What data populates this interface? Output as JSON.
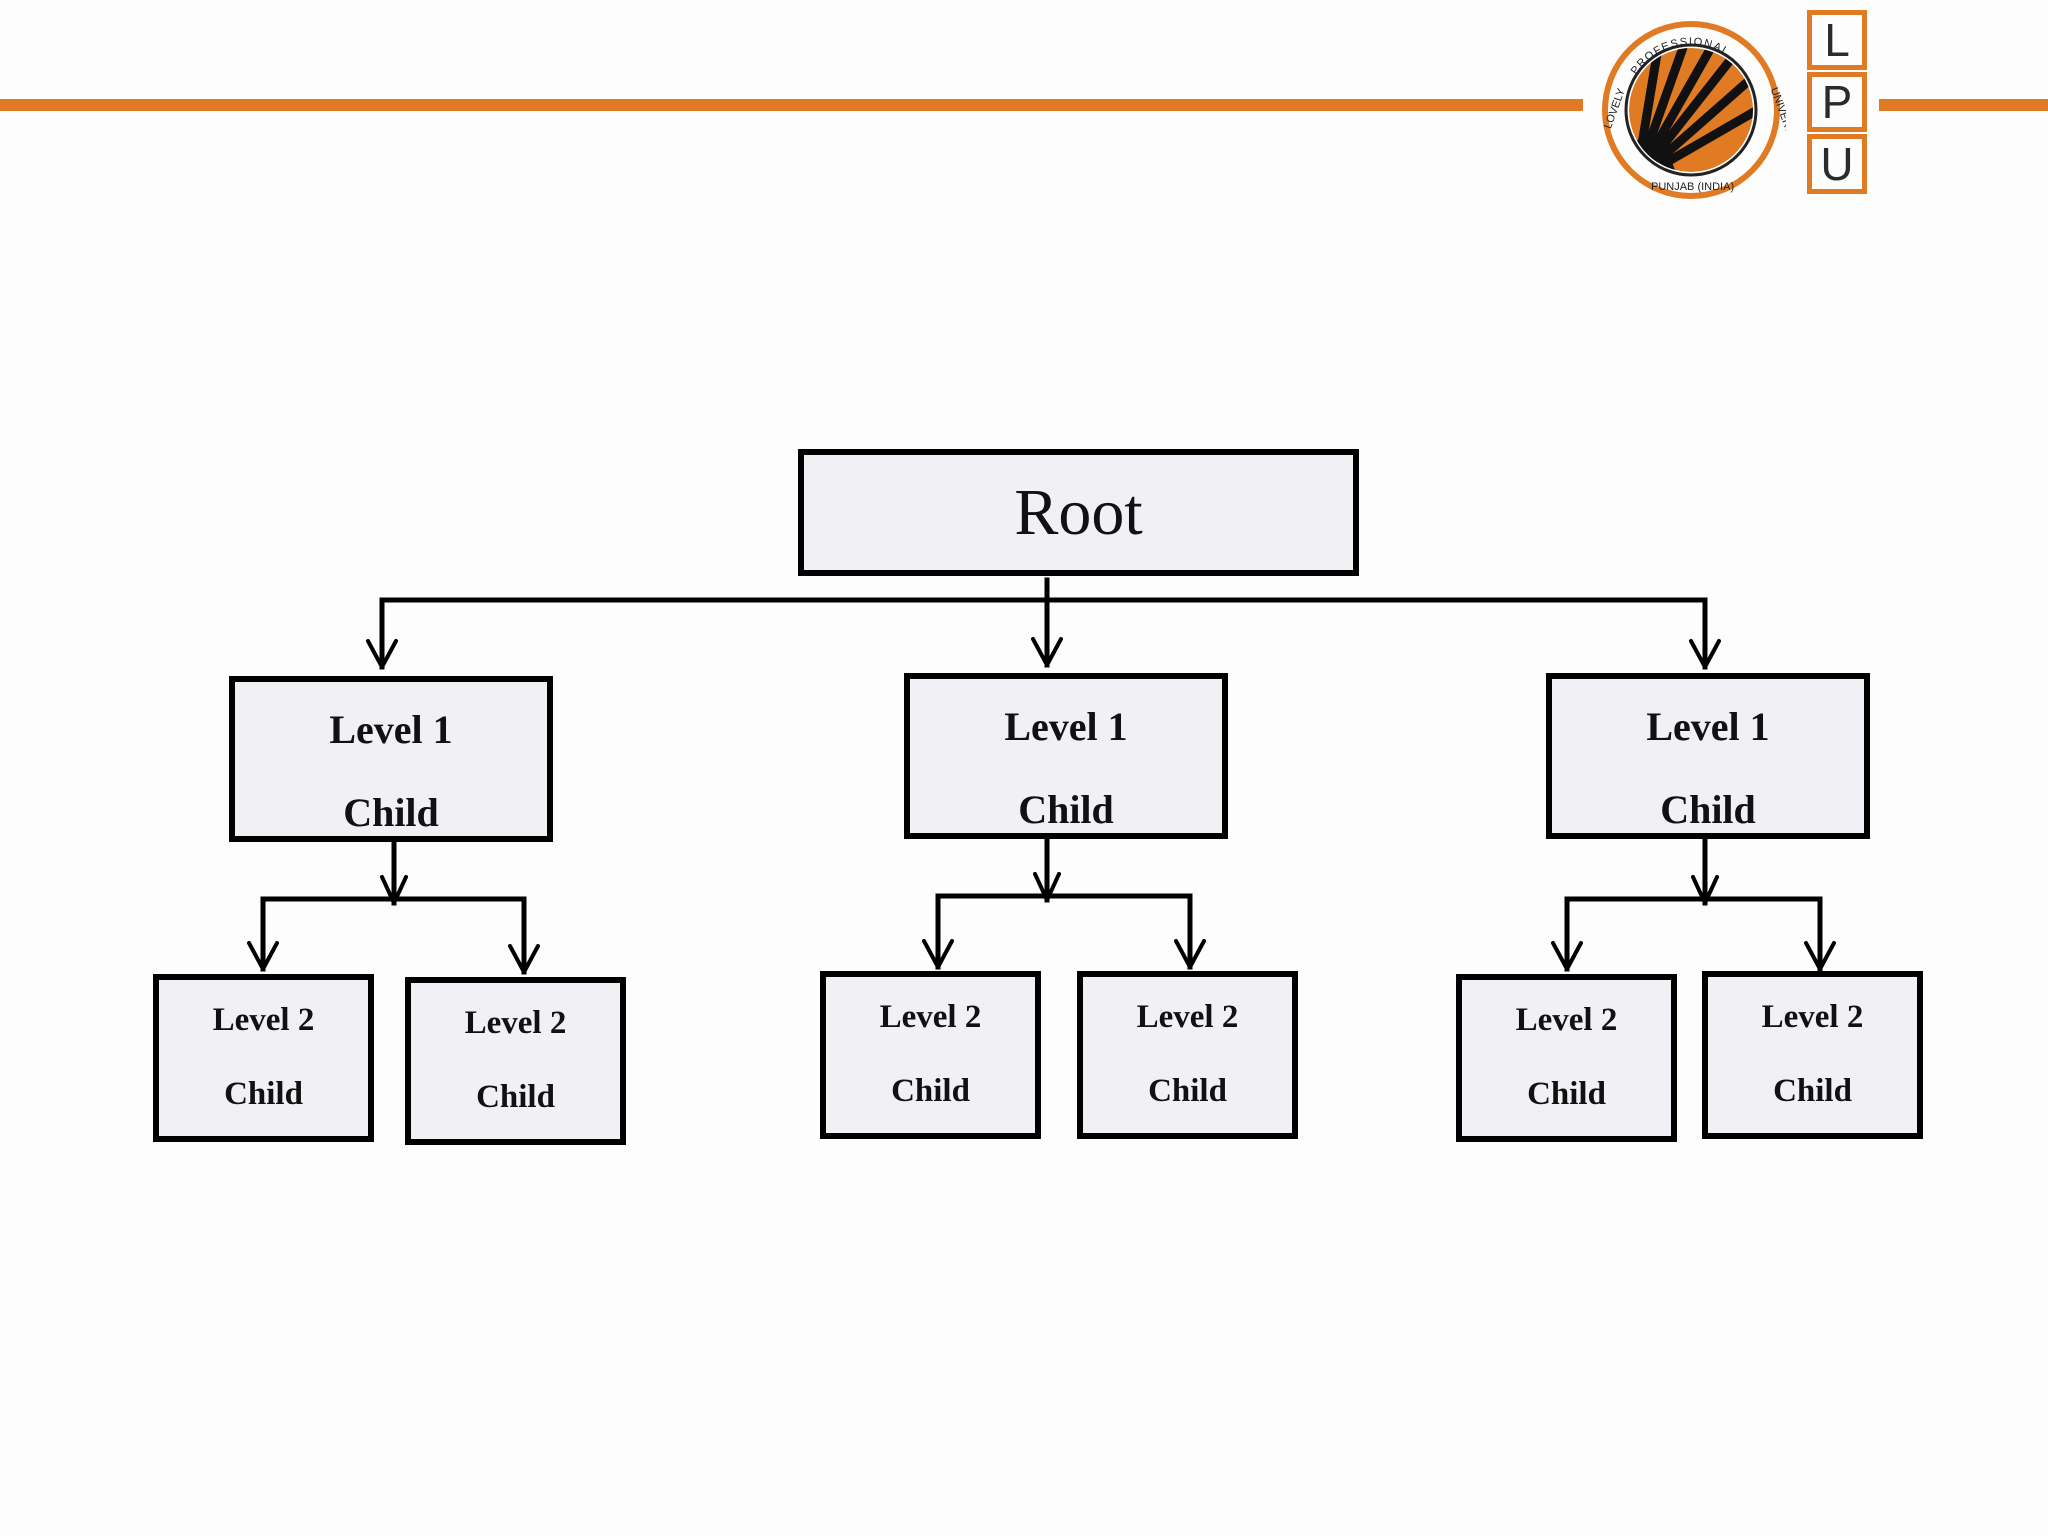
{
  "header": {
    "accent_color": "#e07b24",
    "logo_ring_text_top": "PROFESSIONAL",
    "logo_ring_text_left": "LOVELY",
    "logo_ring_text_right": "UNIVERSITY",
    "logo_ring_text_bottom": "PUNJAB (INDIA)",
    "logo_letters": [
      "L",
      "P",
      "U"
    ]
  },
  "diagram": {
    "root": {
      "label": "Root"
    },
    "level1": [
      {
        "line1": "Level 1",
        "line2": "Child",
        "children": [
          {
            "line1": "Level 2",
            "line2": "Child"
          },
          {
            "line1": "Level 2",
            "line2": "Child"
          }
        ]
      },
      {
        "line1": "Level 1",
        "line2": "Child",
        "children": [
          {
            "line1": "Level 2",
            "line2": "Child"
          },
          {
            "line1": "Level 2",
            "line2": "Child"
          }
        ]
      },
      {
        "line1": "Level 1",
        "line2": "Child",
        "children": [
          {
            "line1": "Level 2",
            "line2": "Child"
          },
          {
            "line1": "Level 2",
            "line2": "Child"
          }
        ]
      }
    ]
  }
}
